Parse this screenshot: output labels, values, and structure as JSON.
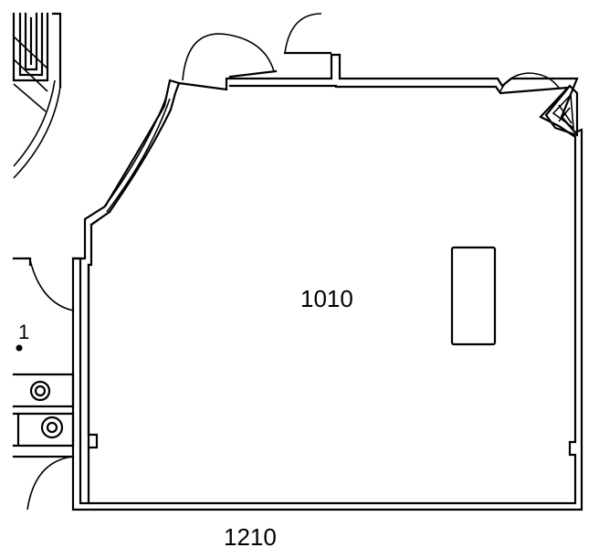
{
  "plan": {
    "rooms": [
      {
        "id": "main-room",
        "number": "1010"
      },
      {
        "id": "south-room",
        "number": "1210"
      },
      {
        "id": "west-room-partial",
        "number": "1"
      }
    ]
  }
}
